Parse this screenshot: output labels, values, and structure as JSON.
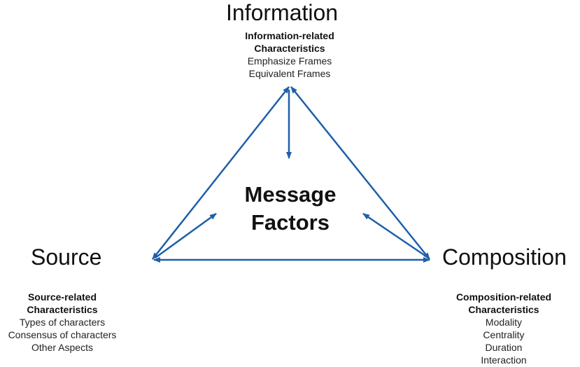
{
  "center": {
    "line1": "Message",
    "line2": "Factors"
  },
  "nodes": {
    "information": {
      "title": "Information",
      "heading1": "Information-related",
      "heading2": "Characteristics",
      "items": [
        "Emphasize Frames",
        "Equivalent Frames"
      ]
    },
    "source": {
      "title": "Source",
      "heading1": "Source-related",
      "heading2": "Characteristics",
      "items": [
        "Types of characters",
        "Consensus of characters",
        "Other Aspects"
      ]
    },
    "composition": {
      "title": "Composition",
      "heading1": "Composition-related",
      "heading2": "Characteristics",
      "items": [
        "Modality",
        "Centrality",
        "Duration",
        "Interaction"
      ]
    }
  },
  "colors": {
    "arrow": "#1f5fa8",
    "text": "#111111"
  }
}
